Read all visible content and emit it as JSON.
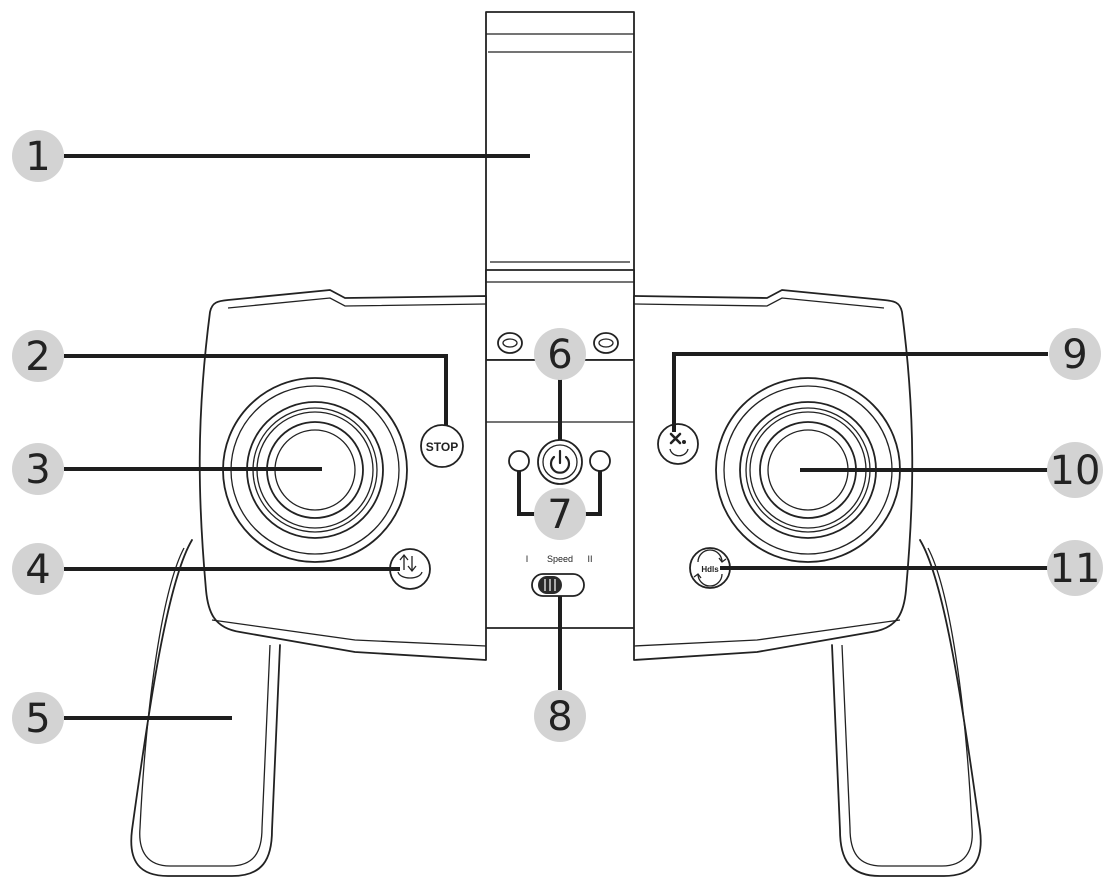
{
  "callouts": [
    {
      "id": "1",
      "part": "phone-holder"
    },
    {
      "id": "2",
      "part": "stop-button"
    },
    {
      "id": "3",
      "part": "left-joystick"
    },
    {
      "id": "4",
      "part": "takeoff-landing-button"
    },
    {
      "id": "5",
      "part": "left-handle"
    },
    {
      "id": "6",
      "part": "power-button"
    },
    {
      "id": "7",
      "part": "indicator-lights"
    },
    {
      "id": "8",
      "part": "speed-switch"
    },
    {
      "id": "9",
      "part": "function-button"
    },
    {
      "id": "10",
      "part": "right-joystick"
    },
    {
      "id": "11",
      "part": "headless-mode-button"
    }
  ],
  "buttons": {
    "stop_label": "STOP",
    "headless_label": "Hdls"
  },
  "speed_switch": {
    "low_label": "I",
    "title_label": "Speed",
    "high_label": "II"
  },
  "icons": {
    "power": "power-icon",
    "takeoff": "takeoff-landing-icon",
    "function": "function-icon",
    "headless": "headless-icon"
  }
}
